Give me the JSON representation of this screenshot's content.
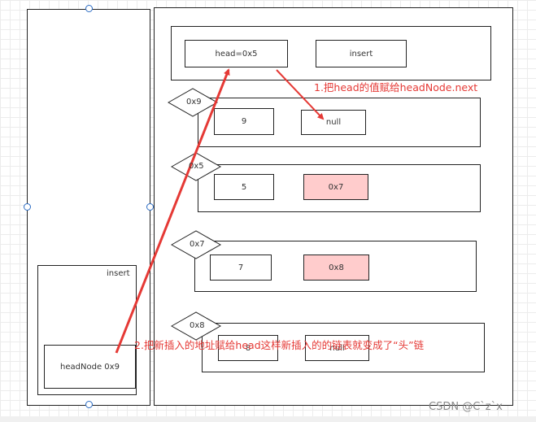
{
  "left_panel": {
    "insert_label": "insert",
    "head_node_label": "headNode  0x9"
  },
  "header": {
    "head_label": "head=0x5",
    "insert_label": "insert"
  },
  "nodes": [
    {
      "addr": "0x9",
      "value": "9",
      "next": "null"
    },
    {
      "addr": "0x5",
      "value": "5",
      "next": "0x7"
    },
    {
      "addr": "0x7",
      "value": "7",
      "next": "0x8"
    },
    {
      "addr": "0x8",
      "value": "8",
      "next": "null"
    }
  ],
  "annotations": {
    "step1": "1.把head的值赋给headNode.next",
    "step2": "2.把新插入的地址赋给head这样新插入的的链表就变成了“头”链"
  },
  "watermark": "CSDN @C`z`x",
  "colors": {
    "arrow": "#e53935",
    "pink_cell": "#ffcccc"
  }
}
